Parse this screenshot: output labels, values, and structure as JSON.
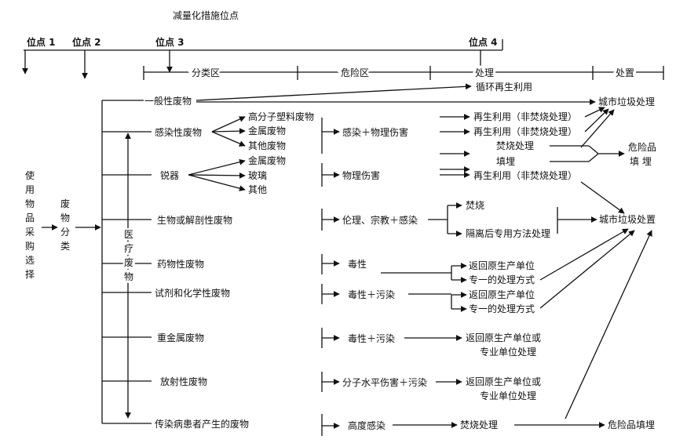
{
  "title": "减量化措施位点",
  "sites": [
    "位点 1",
    "位点 2",
    "位点 3",
    "位点 4"
  ],
  "zones": [
    "分类区",
    "危险区",
    "处理",
    "处置"
  ],
  "left": {
    "process": [
      "使",
      "用",
      "物",
      "品",
      "采",
      "购",
      "选",
      "择"
    ],
    "sort": [
      "废",
      "物",
      "分",
      "类"
    ],
    "medical": [
      "医",
      "疗",
      "废",
      "物"
    ]
  },
  "categories": {
    "general": "一般性废物",
    "infectious": "感染性废物",
    "sharps": "锐器",
    "biological": "生物或解剖性废物",
    "pharma": "药物性废物",
    "chemical": "试剂和化学性废物",
    "heavy_metal": "重金属废物",
    "radioactive": "放射性废物",
    "contagious": "传染病患者产生的废物"
  },
  "subitems": {
    "infectious": [
      "高分子塑料废物",
      "金属废物",
      "其他废物"
    ],
    "sharps": [
      "金属废物",
      "玻璃",
      "其他"
    ]
  },
  "hazards": {
    "infectious": "感染＋物理伤害",
    "sharps": "物理伤害",
    "biological": "伦理、宗教＋感染",
    "pharma": "毒性",
    "chemical": "毒性＋污染",
    "heavy_metal": "毒性＋污染",
    "radioactive": "分子水平伤害＋污染",
    "contagious": "高度感染"
  },
  "treatments": {
    "recycle": "循环再生利用",
    "reuse": "再生利用（非焚烧处理）",
    "incinerate": "焚烧处理",
    "landfill": "填埋",
    "burn": "焚烧",
    "isolate": "隔离后专用方法处理",
    "return": "返回原生产单位",
    "dedicated": "专一的处理方式",
    "return_or": "返回原生产单位或",
    "professional": "专业单位处理"
  },
  "disposal": {
    "city": "城市垃圾处理",
    "city2": "城市垃圾处置",
    "hazardous": [
      "危险品",
      "填  埋"
    ],
    "hazard_landfill": "危险品填埋"
  },
  "colors": {
    "line": "#111111",
    "background": "#ffffff"
  }
}
